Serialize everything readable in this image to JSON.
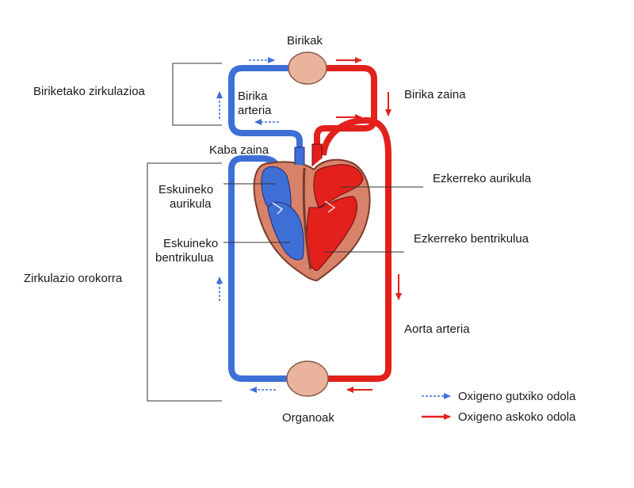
{
  "labels": {
    "lungs": "Birikak",
    "pulmonary_circulation": "Biriketako zirkulazioa",
    "pulmonary_artery_line1": "Birika",
    "pulmonary_artery_line2": "arteria",
    "pulmonary_vein": "Birika zaina",
    "vena_cava": "Kaba zaina",
    "right_atrium_line1": "Eskuineko",
    "right_atrium_line2": "aurikula",
    "left_atrium": "Ezkerreko aurikula",
    "right_ventricle_line1": "Eskuineko",
    "right_ventricle_line2": "bentrikulua",
    "left_ventricle": "Ezkerreko bentrikulua",
    "systemic_circulation": "Zirkulazio orokorra",
    "aorta": "Aorta arteria",
    "organs": "Organoak"
  },
  "legend": {
    "low_oxygen": "Oxigeno gutxiko odola",
    "high_oxygen": "Oxigeno askoko odola"
  },
  "colors": {
    "low_oxygen_blood": "#3d6fd6",
    "high_oxygen_blood": "#e3201b",
    "heart_tissue": "#d9826a",
    "organ_fill": "#eab39d"
  }
}
